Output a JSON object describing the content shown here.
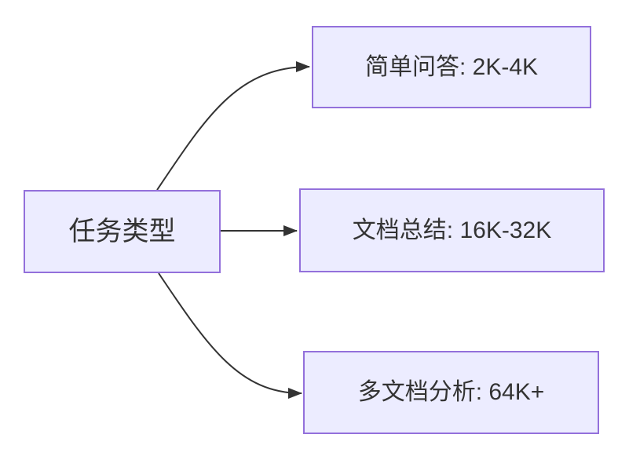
{
  "diagram": {
    "type": "flowchart",
    "direction": "LR",
    "colors": {
      "background": "#ffffff",
      "node_fill": "#ececff",
      "node_border": "#9370db",
      "edge": "#333333",
      "text": "#333333"
    },
    "nodes": [
      {
        "id": "task-type",
        "label": "任务类型"
      },
      {
        "id": "simple-qa",
        "label": "简单问答: 2K-4K"
      },
      {
        "id": "doc-summary",
        "label": "文档总结: 16K-32K"
      },
      {
        "id": "multi-doc-analysis",
        "label": "多文档分析: 64K+"
      }
    ],
    "edges": [
      {
        "from": "task-type",
        "to": "simple-qa",
        "style": "curved",
        "arrow": "solid-triangle"
      },
      {
        "from": "task-type",
        "to": "doc-summary",
        "style": "straight",
        "arrow": "solid-triangle"
      },
      {
        "from": "task-type",
        "to": "multi-doc-analysis",
        "style": "curved",
        "arrow": "solid-triangle"
      }
    ]
  }
}
